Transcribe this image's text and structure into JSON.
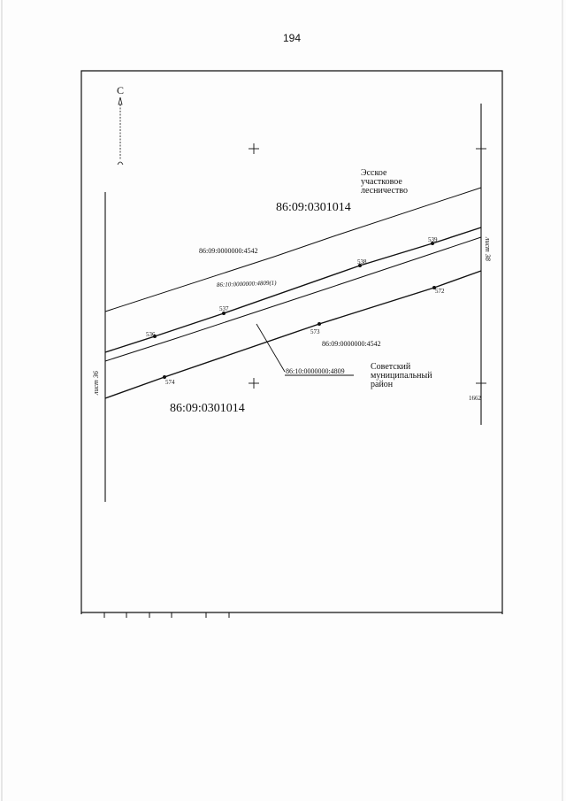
{
  "page_number": "194",
  "map": {
    "north_label": "С",
    "parcel_top": "86:09:0301014",
    "parcel_bottom": "86:09:0301014",
    "forestry_line1": "Эсское",
    "forestry_line2": "участковое",
    "forestry_line3": "лесничество",
    "road_top_label": "86:09:0000000:4542",
    "road_mid_label": "86:10:0000000:4809(1)",
    "road_bottom_label": "86:09:0000000:4542",
    "callout_label": "86:10:0000000:4809",
    "district_line1": "Советский",
    "district_line2": "муниципальный",
    "district_line3": "район",
    "sheet_left": "лист 36",
    "sheet_right": "лист 38",
    "points": [
      "536",
      "537",
      "538",
      "539",
      "572",
      "573",
      "574",
      "1662"
    ]
  }
}
